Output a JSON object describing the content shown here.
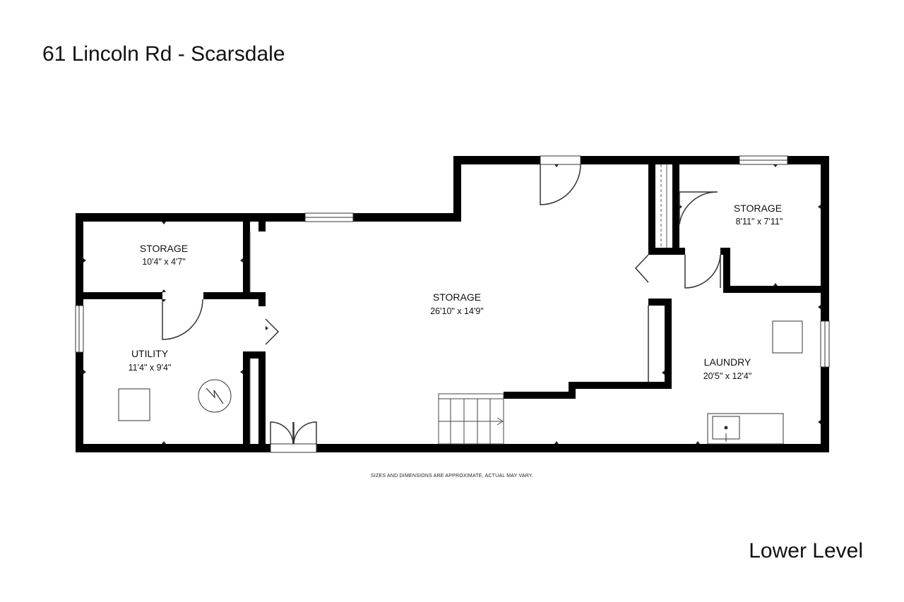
{
  "header": {
    "address": "61 Lincoln Rd - Scarsdale"
  },
  "footer": {
    "disclaimer": "SIZES AND DIMENSIONS ARE APPROXIMATE, ACTUAL MAY VARY.",
    "level": "Lower Level"
  },
  "rooms": [
    {
      "name": "STORAGE",
      "dims": "10'4\" x 4'7\""
    },
    {
      "name": "UTILITY",
      "dims": "11'4\" x 9'4\""
    },
    {
      "name": "STORAGE",
      "dims": "26'10\" x 14'9\""
    },
    {
      "name": "STORAGE",
      "dims": "8'11\" x 7'11\""
    },
    {
      "name": "LAUNDRY",
      "dims": "20'5\" x 12'4\""
    }
  ],
  "colors": {
    "wall": "#000000",
    "background": "#ffffff",
    "fixture": "#333333"
  }
}
